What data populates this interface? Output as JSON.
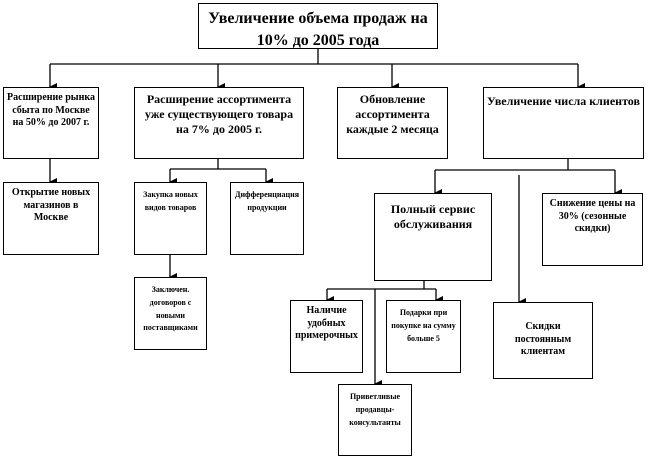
{
  "diagram": {
    "root": "Увеличение объема продаж на 10% до 2005 года",
    "goals": {
      "market": "Расширение рынка сбыта по Москве на 50% до 2007 г.",
      "assortment": "Расширение ассортимента уже существующего товара на 7% до 2005 г.",
      "update": "Обновление ассортимента каждые 2 месяца",
      "clients": "Увеличение числа клиентов"
    },
    "tasks": {
      "new_stores": "Открытие новых магазинов в Москве",
      "purchase": "Закупка новых видов товаров",
      "differentiation": "Дифференциация продукции",
      "contracts": "Заключен. договоров с новыми поставщиками",
      "full_service": "Полный сервис обслуживания",
      "price_cut": "Снижение цены на 30% (сезонные скидки)",
      "loyal_discounts": "Скидки постоянным клиентам",
      "fitting_rooms": "Наличие удобных примерочных",
      "gifts": "Подарки при покупке на сумму больше 5",
      "consultants": "Приветливые продавцы-консультанты"
    }
  }
}
